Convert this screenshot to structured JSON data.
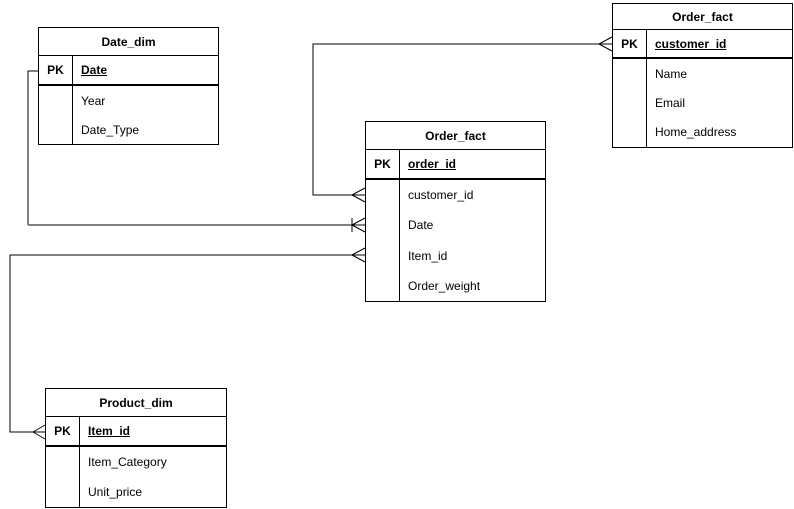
{
  "diagram": {
    "tables": [
      {
        "id": "date-dim",
        "title": "Date_dim",
        "pk_label": "PK",
        "pk_field": "Date",
        "fields": [
          "Year",
          "Date_Type"
        ]
      },
      {
        "id": "order-fact-customer",
        "title": "Order_fact",
        "pk_label": "PK",
        "pk_field": "customer_id",
        "fields": [
          "Name",
          "Email",
          "Home_address"
        ]
      },
      {
        "id": "order-fact-order",
        "title": "Order_fact",
        "pk_label": "PK",
        "pk_field": "order_id",
        "fields": [
          "customer_id",
          "Date",
          "Item_id",
          "Order_weight"
        ]
      },
      {
        "id": "product-dim",
        "title": "Product_dim",
        "pk_label": "PK",
        "pk_field": "Item_id",
        "fields": [
          "Item_Category",
          "Unit_price"
        ]
      }
    ],
    "relationships": [
      {
        "from": "order-fact-customer.customer_id",
        "to": "order-fact-order.customer_id",
        "from_marker": "crow-foot",
        "to_marker": "crow-foot",
        "line_color": "#000000"
      },
      {
        "from": "date-dim.Date",
        "to": "order-fact-order.Date",
        "from_marker": "none",
        "to_marker": "one-bar-crow-foot",
        "line_color": "#808080"
      },
      {
        "from": "product-dim.Item_id",
        "to": "order-fact-order.Item_id",
        "from_marker": "crow-foot",
        "to_marker": "crow-foot",
        "line_color": "#000000"
      }
    ],
    "colors": {
      "line": "#000000",
      "date_line": "#808080",
      "background": "#ffffff",
      "text": "#000000"
    }
  }
}
